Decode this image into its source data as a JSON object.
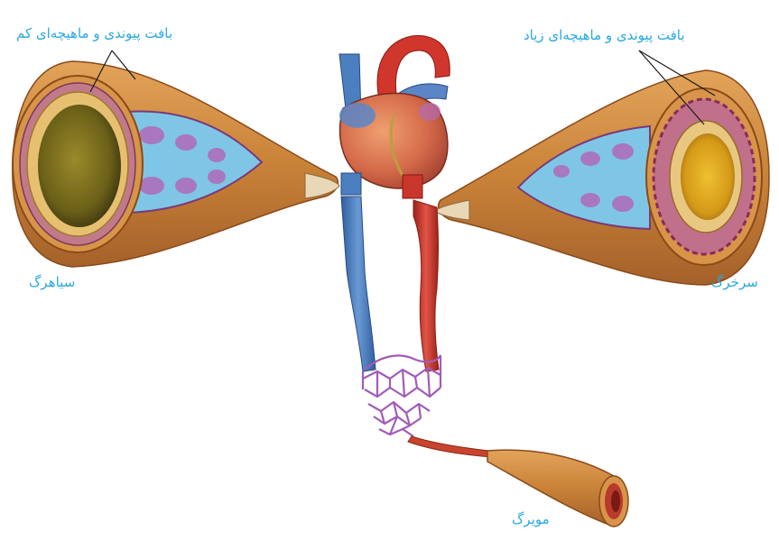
{
  "labels": {
    "vein_wall": "بافت پیوندی و ماهیچه‌ای کم",
    "artery_wall": "بافت پیوندی و ماهیچه‌ای زیاد",
    "vein": "سیاهرگ",
    "artery": "سرخرگ",
    "capillary": "مویرگ"
  },
  "colors": {
    "label_text": "#29a8e0",
    "vein_blue": "#4a7fc0",
    "artery_red": "#c8362c",
    "capillary_purple": "#a25bb8",
    "tissue_tan": "#c9853e",
    "lumen_yellow": "#c8a020",
    "interior_blue": "#7fc6e6"
  }
}
